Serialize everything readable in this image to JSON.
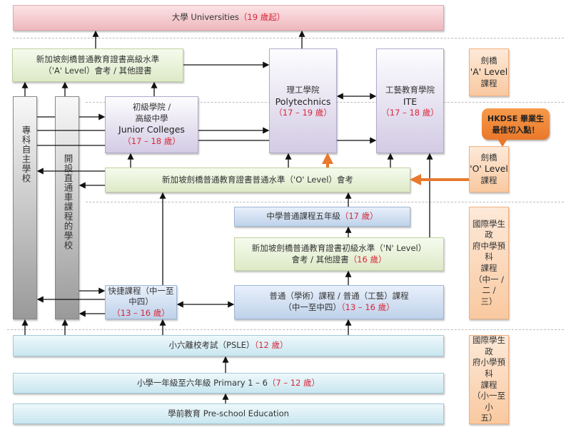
{
  "universities": {
    "label": "大學 Universities",
    "age": "（19 歲起）"
  },
  "a_level": {
    "line1": "新加坡劍橋普通教育證書高級水準",
    "line2": "（'A' Level）會考 / 其他證書"
  },
  "specialized_schools": {
    "label": "專科自主學校"
  },
  "through_train_schools": {
    "label": "開設直通車課程的學校"
  },
  "junior_colleges": {
    "line1": "初級學院 /",
    "line2": "高級中學",
    "line3": "Junior Colleges",
    "age": "（17 – 18 歲）"
  },
  "polytechnics": {
    "line1": "理工學院",
    "line2": "Polytechnics",
    "age": "（17 – 19 歲）"
  },
  "ite": {
    "line1": "工藝教育學院",
    "line2": "ITE",
    "age": "（17 – 18 歲）"
  },
  "cambridge_a_course": {
    "line1": "劍橋",
    "line2": "'A' Level",
    "line3": "課程"
  },
  "callout": {
    "line1": "HKDSE 畢業生",
    "line2": "最佳切入點！"
  },
  "cambridge_o_course": {
    "line1": "劍橋",
    "line2": "'O' Level",
    "line3": "課程"
  },
  "o_level": {
    "label": "新加坡劍橋普通教育證書普通水準（'O' Level）會考"
  },
  "secondary_five": {
    "label": "中學普通課程五年級",
    "age": "（17 歲）"
  },
  "n_level": {
    "line1": "新加坡劍橋普通教育證書初級水準（'N' Level）",
    "line2": "會考 / 其他證書",
    "age": "（16 歲）"
  },
  "intl_secondary_prep": {
    "line1": "國際學生政",
    "line2": "府中學預科",
    "line3": "課程",
    "line4": "（中一 / 二 /",
    "line5": "三）"
  },
  "express": {
    "line1": "快捷課程（中一至中四）",
    "age": "（13 – 16 歲）"
  },
  "normal": {
    "line1": "普通（學術）課程 / 普通（工藝）課程",
    "line2": "（中一至中四）",
    "age": "（13 – 16 歲）"
  },
  "psle": {
    "label": "小六離校考試（PSLE）",
    "age": "（12 歲）"
  },
  "primary": {
    "label": "小學一年級至六年級 Primary 1 – 6",
    "age": "（7 – 12 歲）"
  },
  "preschool": {
    "label": "學前教育 Pre-school Education"
  },
  "intl_primary_prep": {
    "line1": "國際學生政",
    "line2": "府小學預科",
    "line3": "課程",
    "line4": "（小一至小",
    "line5": "五）"
  },
  "colors": {
    "age_text": "#d9263a",
    "highlight_arrow": "#e8792e"
  }
}
